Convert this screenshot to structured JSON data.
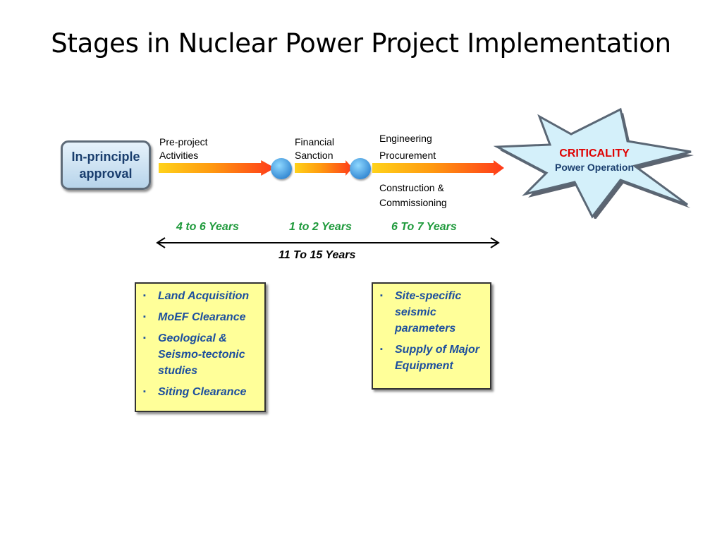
{
  "title": "Stages in Nuclear Power Project Implementation",
  "approval": {
    "line1": "In-principle",
    "line2": "approval"
  },
  "stages": [
    {
      "label_line1": "Pre-project",
      "label_line2": "Activities"
    },
    {
      "label_line1": "Financial",
      "label_line2": "Sanction"
    },
    {
      "top_line1": "Engineering",
      "top_line2": "Procurement",
      "bottom_line1": "Construction &",
      "bottom_line2": "Commissioning"
    }
  ],
  "durations": [
    "4 to 6 Years",
    "1 to 2 Years",
    "6  To 7 Years"
  ],
  "total_duration": "11  To 15 Years",
  "criticality": {
    "title": "CRITICALITY",
    "subtitle": "Power Operation"
  },
  "box_left": {
    "items": [
      "Land Acquisition",
      "MoEF Clearance",
      "Geological & Seismo-tectonic studies",
      "Siting Clearance"
    ]
  },
  "box_right": {
    "items": [
      "Site-specific seismic parameters",
      "Supply of Major Equipment"
    ]
  },
  "bullet_glyph": "▪",
  "colors": {
    "title": "#000000",
    "approval_text": "#1a3e6e",
    "arrow_start": "#ffd21a",
    "arrow_end": "#ff3a1a",
    "node": "#3a8ed6",
    "duration": "#1f9a3c",
    "criticality": "#e00000",
    "star_fill": "#d4f0fa",
    "box_fill": "#ffff99",
    "box_text": "#1d4f9e"
  }
}
